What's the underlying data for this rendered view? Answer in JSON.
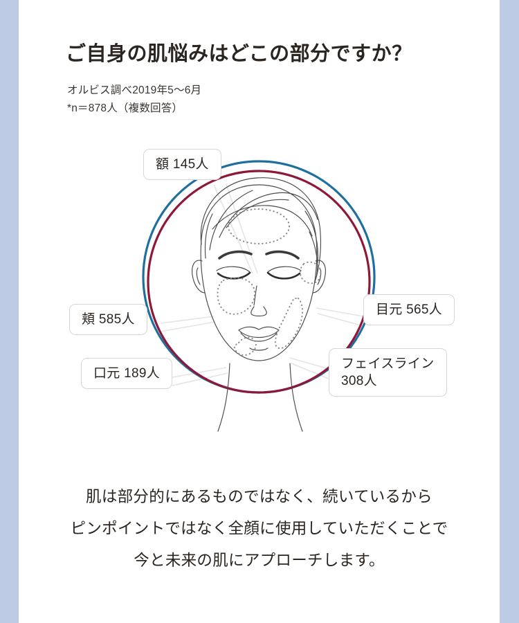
{
  "header": {
    "title": "ご自身の肌悩みはどこの部分ですか？",
    "subtitle": "オルビス調べ2019年5〜6月\n*n＝878人（複数回答）"
  },
  "chart_data": {
    "type": "table",
    "title": "ご自身の肌悩みはどこの部分ですか？",
    "subtitle": "オルビス調べ2019年5〜6月 *n＝878人（複数回答）",
    "unit": "人",
    "sample_size": 878,
    "multiple_answers": true,
    "categories": [
      "額",
      "目元",
      "頬",
      "口元",
      "フェイスライン"
    ],
    "values": [
      145,
      565,
      585,
      189,
      308
    ],
    "labels": [
      {
        "id": "forehead",
        "text": "額 145人",
        "name": "額",
        "value": 145
      },
      {
        "id": "eye",
        "text": "目元 565人",
        "name": "目元",
        "value": 565
      },
      {
        "id": "cheek",
        "text": "頬 585人",
        "name": "頬",
        "value": 585
      },
      {
        "id": "mouth",
        "text": "口元 189人",
        "name": "口元",
        "value": 189
      },
      {
        "id": "faceline",
        "text": "フェイスライン\n308人",
        "name": "フェイスライン",
        "value": 308
      }
    ]
  },
  "illustration": {
    "alt": "女性の顔のイラスト（肌悩み部位を点線で表示）",
    "ring_outer_color": "#1f6f9e",
    "ring_inner_color": "#8e1838",
    "line_color": "#4a4a4a",
    "dotted_color": "#8a8a8a",
    "leader_color": "#e2e2e2"
  },
  "footer": {
    "body": "肌は部分的にあるものではなく、続いているから\nピンポイントではなく全顔に使用していただくことで\n今と未来の肌にアプローチします。"
  },
  "colors": {
    "edge_strip": "#bdcce4",
    "background": "#ffffff",
    "text": "#2b2521",
    "label_border": "#d6d6d6",
    "blue": "#1f6f9e",
    "crimson": "#8e1838"
  }
}
